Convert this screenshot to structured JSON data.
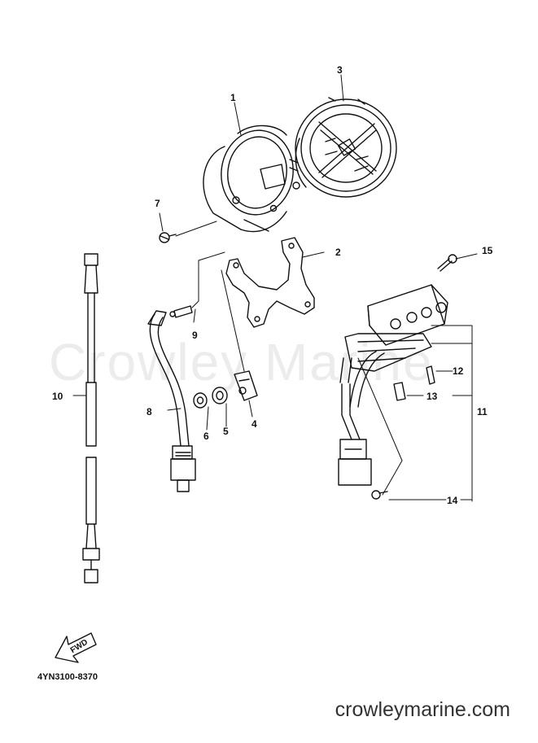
{
  "watermark": "Crowley Marine",
  "diagram_code": "4YN3100-8370",
  "website": "crowleymarine.com",
  "fwd_label": "FWD",
  "callouts": {
    "c1": "1",
    "c2": "2",
    "c3": "3",
    "c4": "4",
    "c5": "5",
    "c6": "6",
    "c7": "7",
    "c8": "8",
    "c9": "9",
    "c10": "10",
    "c11": "11",
    "c12": "12",
    "c13": "13",
    "c14": "14",
    "c15": "15"
  }
}
